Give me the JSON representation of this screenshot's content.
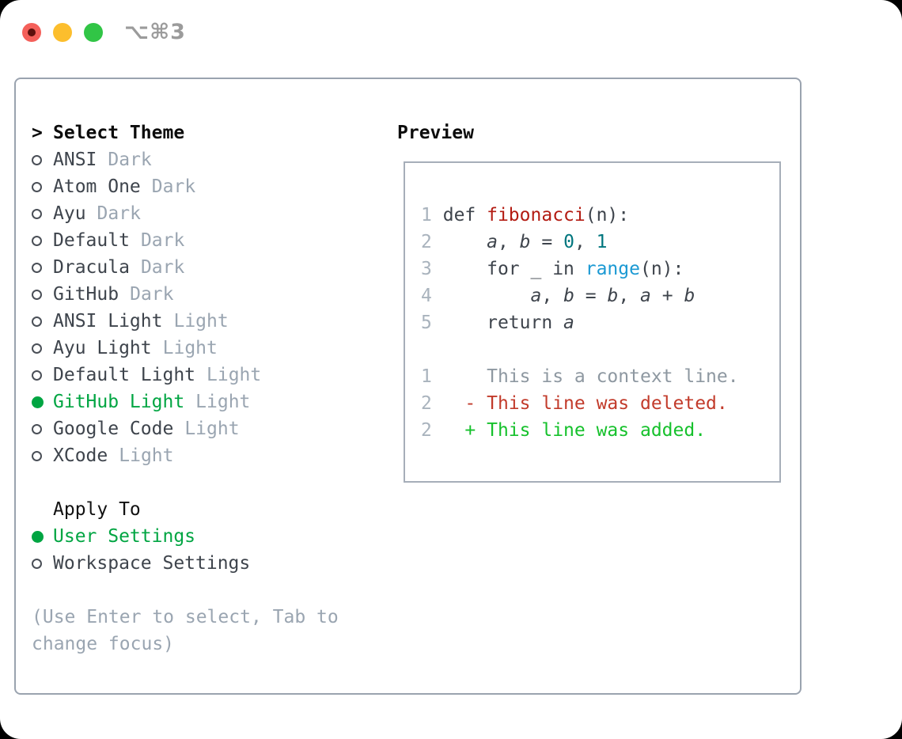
{
  "window": {
    "title": "⌥⌘3"
  },
  "colors": {
    "accent_green": "#00a542",
    "text_primary": "#3e444c",
    "text_muted": "#9aa5b1",
    "line_number": "#a9b3bd",
    "syntax_function": "#b31b12",
    "syntax_number": "#00767e",
    "syntax_builtin": "#1b99d3",
    "diff_context": "#8e98a1",
    "diff_deleted": "#c23b2b",
    "diff_added": "#16c12c",
    "panel_border": "#9aa3af",
    "traffic_red": "#f4605a",
    "traffic_yellow": "#fcbe2d",
    "traffic_green": "#31c546"
  },
  "theme_picker": {
    "header_marker": ">",
    "header": "Select Theme",
    "items": [
      {
        "name": "ANSI",
        "tag": "Dark",
        "selected": false
      },
      {
        "name": "Atom One",
        "tag": "Dark",
        "selected": false
      },
      {
        "name": "Ayu",
        "tag": "Dark",
        "selected": false
      },
      {
        "name": "Default",
        "tag": "Dark",
        "selected": false
      },
      {
        "name": "Dracula",
        "tag": "Dark",
        "selected": false
      },
      {
        "name": "GitHub",
        "tag": "Dark",
        "selected": false
      },
      {
        "name": "ANSI Light",
        "tag": "Light",
        "selected": false
      },
      {
        "name": "Ayu Light",
        "tag": "Light",
        "selected": false
      },
      {
        "name": "Default Light",
        "tag": "Light",
        "selected": false
      },
      {
        "name": "GitHub Light",
        "tag": "Light",
        "selected": true
      },
      {
        "name": "Google Code",
        "tag": "Light",
        "selected": false
      },
      {
        "name": "XCode",
        "tag": "Light",
        "selected": false
      }
    ],
    "apply_to": {
      "header": "Apply To",
      "options": [
        {
          "label": "User Settings",
          "selected": true
        },
        {
          "label": "Workspace Settings",
          "selected": false
        }
      ]
    },
    "hint_lines": [
      "(Use Enter to select, Tab to",
      "change focus)"
    ]
  },
  "preview": {
    "header": "Preview",
    "code_lines": [
      {
        "num": "1",
        "tokens": [
          {
            "t": "def ",
            "c": "plain"
          },
          {
            "t": "fibonacci",
            "c": "func"
          },
          {
            "t": "(n):",
            "c": "plain"
          }
        ]
      },
      {
        "num": "2",
        "tokens": [
          {
            "t": "    ",
            "c": "plain"
          },
          {
            "t": "a",
            "c": "var"
          },
          {
            "t": ", ",
            "c": "plain"
          },
          {
            "t": "b",
            "c": "var"
          },
          {
            "t": " = ",
            "c": "plain"
          },
          {
            "t": "0",
            "c": "num"
          },
          {
            "t": ", ",
            "c": "plain"
          },
          {
            "t": "1",
            "c": "num"
          }
        ]
      },
      {
        "num": "3",
        "tokens": [
          {
            "t": "    for _ in ",
            "c": "plain"
          },
          {
            "t": "range",
            "c": "builtin"
          },
          {
            "t": "(n):",
            "c": "plain"
          }
        ]
      },
      {
        "num": "4",
        "tokens": [
          {
            "t": "        ",
            "c": "plain"
          },
          {
            "t": "a",
            "c": "var"
          },
          {
            "t": ", ",
            "c": "plain"
          },
          {
            "t": "b",
            "c": "var"
          },
          {
            "t": " = ",
            "c": "plain"
          },
          {
            "t": "b",
            "c": "var"
          },
          {
            "t": ", ",
            "c": "plain"
          },
          {
            "t": "a",
            "c": "var"
          },
          {
            "t": " + ",
            "c": "plain"
          },
          {
            "t": "b",
            "c": "var"
          }
        ]
      },
      {
        "num": "5",
        "tokens": [
          {
            "t": "    return ",
            "c": "plain"
          },
          {
            "t": "a",
            "c": "var"
          }
        ]
      }
    ],
    "diff_lines": [
      {
        "num": "1",
        "tokens": [
          {
            "t": "    This is a context line.",
            "c": "context"
          }
        ]
      },
      {
        "num": "2",
        "tokens": [
          {
            "t": "  - This line was deleted.",
            "c": "deleted"
          }
        ]
      },
      {
        "num": "2",
        "tokens": [
          {
            "t": "  + This line was added.",
            "c": "added"
          }
        ]
      }
    ]
  }
}
